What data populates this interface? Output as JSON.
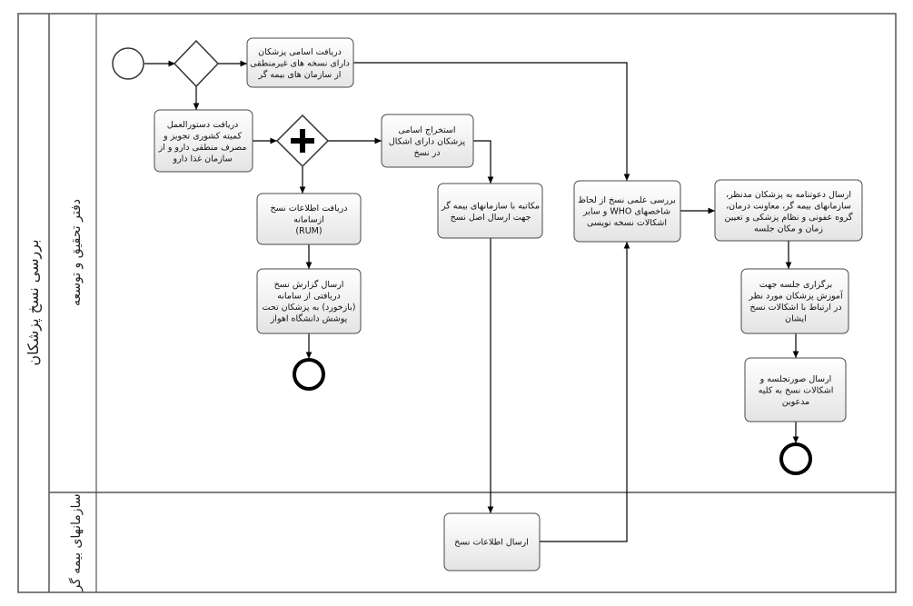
{
  "pool": {
    "label": "بررسی نسخ پزشکان"
  },
  "lanes": [
    {
      "id": "rnd",
      "label": "دفتر تحقیق و توسعه"
    },
    {
      "id": "ins",
      "label": "سازمانهای بیمه گر"
    }
  ],
  "tasks": [
    {
      "id": "t1",
      "lines": [
        "دریافت اسامی پزشکان",
        "دارای نسخه های غیرمنطقی",
        "از سازمان های بیمه گر"
      ]
    },
    {
      "id": "t2",
      "lines": [
        "دریافت دستورالعمل",
        "کمیته کشوری تجویز و",
        "مصرف منطقی دارو و از",
        "سازمان غذا دارو"
      ]
    },
    {
      "id": "t3",
      "lines": [
        "استخراج اسامی",
        "پزشکان دارای اشکال",
        "در نسخ"
      ]
    },
    {
      "id": "t4",
      "lines": [
        "دریافت اطلاعات نسخ",
        "ازسامانه",
        "(RUM)"
      ]
    },
    {
      "id": "t5",
      "lines": [
        "ارسال گزارش نسخ",
        "دریافتی از سامانه",
        "(بازخورد) به پزشکان تحت",
        "پوشش دانشگاه اهواز"
      ]
    },
    {
      "id": "t6",
      "lines": [
        "مکاتبه با سازمانهای بیمه گر",
        "جهت ارسال اصل نسخ"
      ]
    },
    {
      "id": "t7",
      "lines": [
        "بررسی علمی نسخ از لحاظ",
        "شاخصهای WHO و سایر",
        "اشکالات نسخه نویسی"
      ]
    },
    {
      "id": "t8",
      "lines": [
        "ارسال دعوتنامه به پزشکان مدنظر،",
        "سازمانهای بیمه گر، معاونت درمان،",
        "گروه عفونی و نظام پزشکی و تعیین",
        "زمان و مکان جلسه"
      ]
    },
    {
      "id": "t9",
      "lines": [
        "برگزاری جلسه جهت",
        "آموزش پزشکان مورد نظر",
        "در ارتباط با اشکالات نسخ",
        "ایشان"
      ]
    },
    {
      "id": "t10",
      "lines": [
        "ارسال صورتجلسه و",
        "اشکالات نسخ  به کلیه",
        "مدعوین"
      ]
    },
    {
      "id": "t11",
      "lines": [
        "ارسال اطلاعات نسخ"
      ]
    }
  ],
  "events": [
    {
      "id": "start",
      "type": "start"
    },
    {
      "id": "end1",
      "type": "end"
    },
    {
      "id": "end2",
      "type": "end"
    }
  ],
  "gateways": [
    {
      "id": "g1",
      "type": "exclusive"
    },
    {
      "id": "g2",
      "type": "parallel"
    }
  ]
}
